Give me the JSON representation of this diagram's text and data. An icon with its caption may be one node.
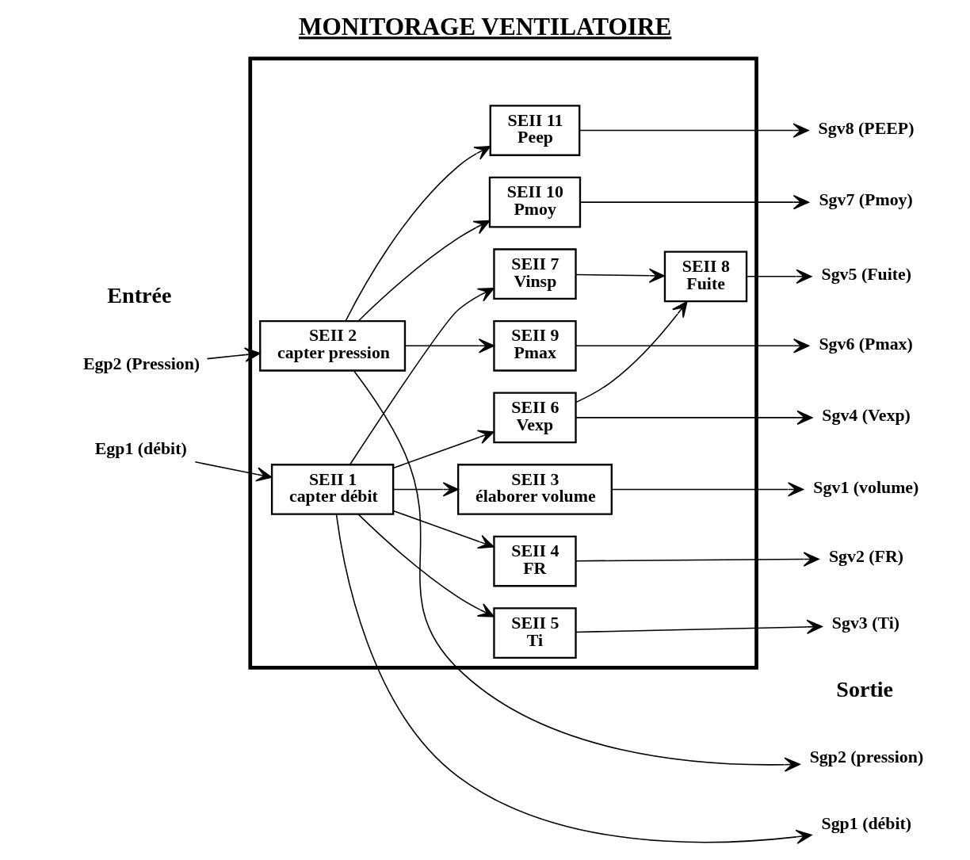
{
  "diagram": {
    "title": "MONITORAGE VENTILATOIRE",
    "nodes": [
      {
        "text": [],
        "shape": "box"
      },
      {
        "text": [
          "Egp1 (débit)"
        ]
      },
      {
        "text": [
          "SEII 1",
          "capter débit"
        ],
        "in": 0
      },
      {
        "text": [
          "SEII 3",
          "élaborer volume"
        ],
        "in": 0
      },
      {
        "text": [
          "SEII 4",
          "FR"
        ],
        "in": 0
      },
      {
        "text": [
          "SEII 5",
          "Ti"
        ],
        "in": 0
      },
      {
        "text": [
          "SEII 6",
          "Vexp"
        ],
        "in": 0
      },
      {
        "text": [
          "SEII 7",
          "Vinsp"
        ],
        "in": 0
      },
      {
        "text": [
          "SEII 8",
          "Fuite"
        ],
        "in": 0
      },
      {
        "text": [
          "Egp2 (Pression)"
        ]
      },
      {
        "text": [
          "SEII 2",
          "capter pression"
        ],
        "in": 0
      },
      {
        "text": [
          "SEII 9",
          "Pmax"
        ],
        "in": 0
      },
      {
        "text": [
          "SEII 10",
          "Pmoy"
        ],
        "in": 0
      },
      {
        "text": [
          "SEII 11",
          "Peep"
        ],
        "in": 0
      },
      {
        "text": [
          "Sgp1 (débit)"
        ]
      },
      {
        "text": [
          "Sgv1 (volume)"
        ]
      },
      {
        "text": [
          "Sgv2 (FR)"
        ]
      },
      {
        "text": [
          "Sgv3 (Ti)"
        ]
      },
      {
        "text": [
          "Sgv4 (Vexp)"
        ]
      },
      {
        "text": [
          "Sgv5 (Fuite)"
        ]
      },
      {
        "text": [
          "Sgp2 (pression)"
        ]
      },
      {
        "text": [
          "Sgv6 (Pmax)"
        ]
      },
      {
        "text": [
          "Sgv7 (Pmoy)"
        ]
      },
      {
        "text": [
          "Sgv8 (PEEP)"
        ]
      }
    ],
    "edges": [
      {
        "from": 1,
        "to": 2,
        "arrow": "to"
      },
      {
        "from": 2,
        "to": 14,
        "arrow": "to"
      },
      {
        "from": 2,
        "to": 3,
        "arrow": "to"
      },
      {
        "from": 2,
        "to": 4,
        "arrow": "to"
      },
      {
        "from": 2,
        "to": 5,
        "arrow": "to"
      },
      {
        "from": 2,
        "to": 6,
        "arrow": "to"
      },
      {
        "from": 2,
        "to": 7,
        "arrow": "to"
      },
      {
        "from": 3,
        "to": 15,
        "arrow": "to"
      },
      {
        "from": 4,
        "to": 16,
        "arrow": "to"
      },
      {
        "from": 5,
        "to": 17,
        "arrow": "to"
      },
      {
        "from": 6,
        "to": 18,
        "arrow": "to"
      },
      {
        "from": 6,
        "to": 8,
        "arrow": "to"
      },
      {
        "from": 7,
        "to": 8,
        "arrow": "to"
      },
      {
        "from": 8,
        "to": 19,
        "arrow": "to"
      },
      {
        "from": 9,
        "to": 10,
        "arrow": "to"
      },
      {
        "from": 10,
        "to": 20,
        "arrow": "to"
      },
      {
        "from": 10,
        "to": 11,
        "arrow": "to"
      },
      {
        "from": 10,
        "to": 12,
        "arrow": "to"
      },
      {
        "from": 10,
        "to": 13,
        "arrow": "to"
      },
      {
        "from": 11,
        "to": 21,
        "arrow": "to"
      },
      {
        "from": 12,
        "to": 22,
        "arrow": "to"
      },
      {
        "from": 13,
        "to": 23,
        "arrow": "to"
      }
    ],
    "labels": [
      "Entrée",
      "Sortie"
    ]
  }
}
